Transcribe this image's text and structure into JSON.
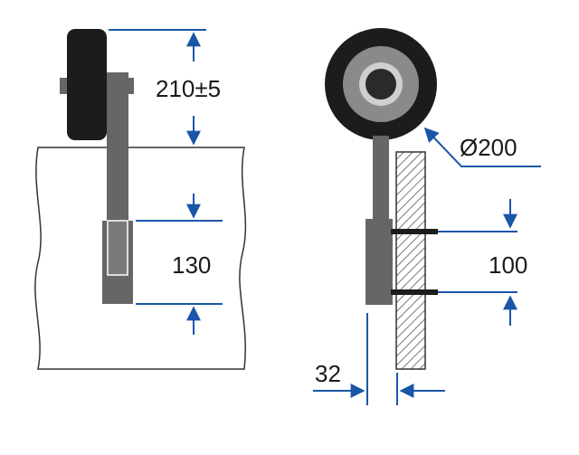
{
  "dimensions": {
    "wheel_height": "210±5",
    "bracket_length": "130",
    "wheel_diameter": "Ø200",
    "bolt_spacing": "100",
    "offset": "32"
  },
  "colors": {
    "dimension_line": "#1a56a8",
    "steel": "#666666",
    "tire": "#1c1c1c",
    "rim": "#8a8a8a",
    "hub": "#2a2a2a",
    "outline": "#333333"
  }
}
